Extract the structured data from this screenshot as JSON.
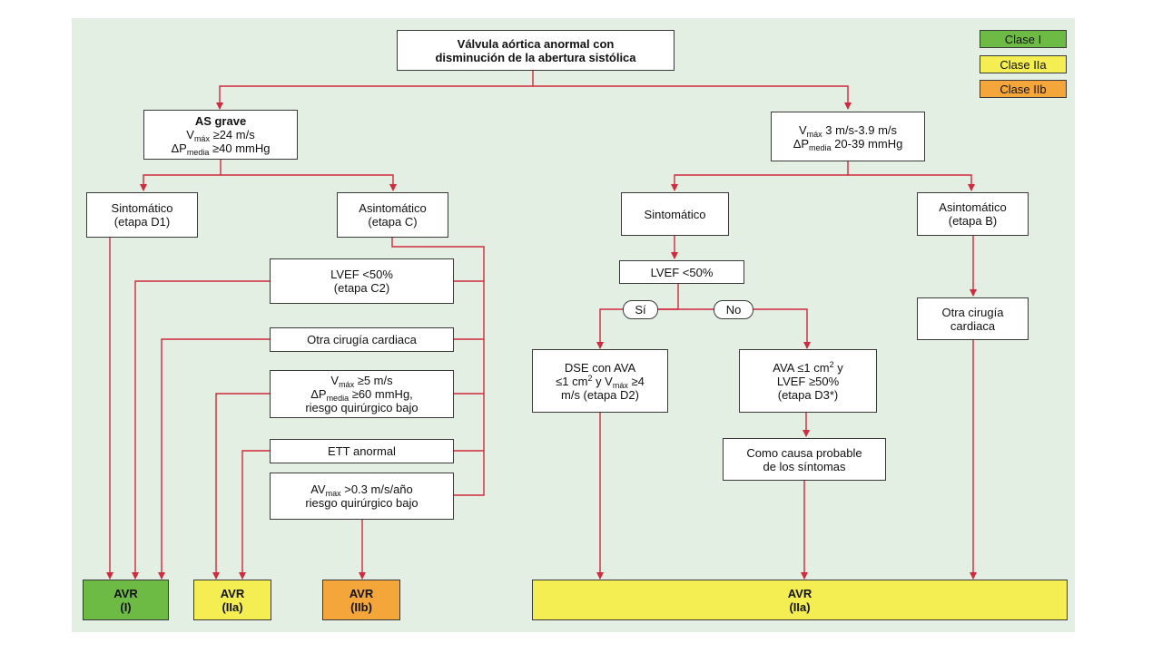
{
  "colors": {
    "class_i": "#6dbb44",
    "class_iia": "#f5ee52",
    "class_iib": "#f4a63a",
    "arrow": "#d02a3c",
    "panel": "#e3efe3"
  },
  "legend": {
    "class_i": "Clase I",
    "class_iia": "Clase IIa",
    "class_iib": "Clase IIb"
  },
  "root": {
    "line1": "Válvula aórtica anormal con",
    "line2": "disminución de la abertura sistólica"
  },
  "as_grave": {
    "title": "AS grave",
    "vmax_v": "V",
    "vmax_sub": "máx",
    "vmax_rest": " ≥24 m/s",
    "dp": "ΔP",
    "dp_sub": "media",
    "dp_rest": " ≥40 mmHg"
  },
  "mod": {
    "v": "V",
    "v_sub": "máx",
    "v_rest": " 3 m/s-3.9 m/s",
    "dp": "ΔP",
    "dp_sub": "media",
    "dp_rest": " 20-39 mmHg"
  },
  "sint_d1": {
    "line1": "Sintomático",
    "line2": "(etapa D1)"
  },
  "asint_c": {
    "line1": "Asintomático",
    "line2": "(etapa C)"
  },
  "lvef_c2": {
    "line1": "LVEF <50%",
    "line2": "(etapa C2)"
  },
  "otra_left": "Otra cirugía cardiaca",
  "vmax5": {
    "v": "V",
    "v_sub": "máx",
    "v_rest": " ≥5 m/s",
    "dp": "ΔP",
    "dp_sub": "media",
    "dp_rest": " ≥60 mmHg,",
    "line3": "riesgo quirúrgico bajo"
  },
  "ett": "ETT anormal",
  "avmax": {
    "av": "AV",
    "av_sub": "max",
    "av_rest": " >0.3 m/s/año",
    "line2": "riesgo quirúrgico bajo"
  },
  "sint_right": "Sintomático",
  "asint_b": {
    "line1": "Asintomático",
    "line2": "(etapa B)"
  },
  "lvef_right": "LVEF <50%",
  "si": "Sí",
  "no": "No",
  "dse": {
    "line1": "DSE con AVA",
    "l2a": "≤1 cm",
    "l2sup": "2",
    "l2b": " y V",
    "l2sub": "máx",
    "l2c": " ≥4",
    "line3": "m/s (etapa D2)"
  },
  "ava": {
    "l1a": "AVA ≤1 cm",
    "l1sup": "2",
    "l1b": " y",
    "line2": "LVEF ≥50%",
    "line3": "(etapa D3*)"
  },
  "causa": {
    "line1": "Como causa probable",
    "line2": "de los síntomas"
  },
  "otra_right": {
    "line1": "Otra cirugía",
    "line2": "cardiaca"
  },
  "outcomes": {
    "avr_i": {
      "label": "AVR",
      "cls": "(I)"
    },
    "avr_iia": {
      "label": "AVR",
      "cls": "(IIa)"
    },
    "avr_iib": {
      "label": "AVR",
      "cls": "(IIb)"
    },
    "avr_iia_right": {
      "label": "AVR",
      "cls": "(IIa)"
    }
  }
}
